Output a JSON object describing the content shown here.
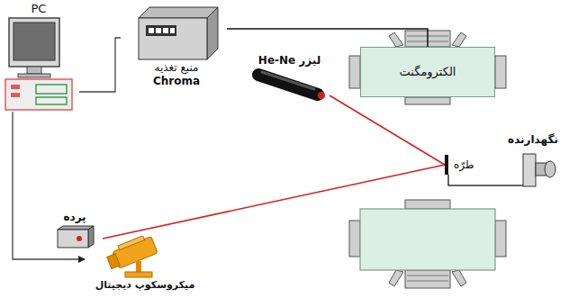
{
  "diagram": {
    "nodes": [
      {
        "text": [
          "PC"
        ]
      },
      {
        "text": [
          "منبع تغذیه",
          "Chroma"
        ]
      },
      {
        "text": [
          "الکترومگنت"
        ]
      },
      {
        "text": [
          "لیزر He-Ne"
        ]
      },
      {
        "text": [
          "طرّه"
        ]
      },
      {
        "text": [
          "نگهدارنده"
        ]
      },
      {
        "text": [
          "پرده"
        ]
      },
      {
        "text": [
          "میکروسکوپ دیجیتال"
        ]
      }
    ],
    "edges": [
      {
        "from": 0,
        "to": 1,
        "arrow": "none"
      },
      {
        "from": 1,
        "to": 2,
        "arrow": "none"
      },
      {
        "from": 0,
        "to": 7,
        "arrow": "to"
      },
      {
        "from": 3,
        "to": 4,
        "arrow": "none"
      },
      {
        "from": 4,
        "to": 6,
        "arrow": "none"
      }
    ]
  }
}
